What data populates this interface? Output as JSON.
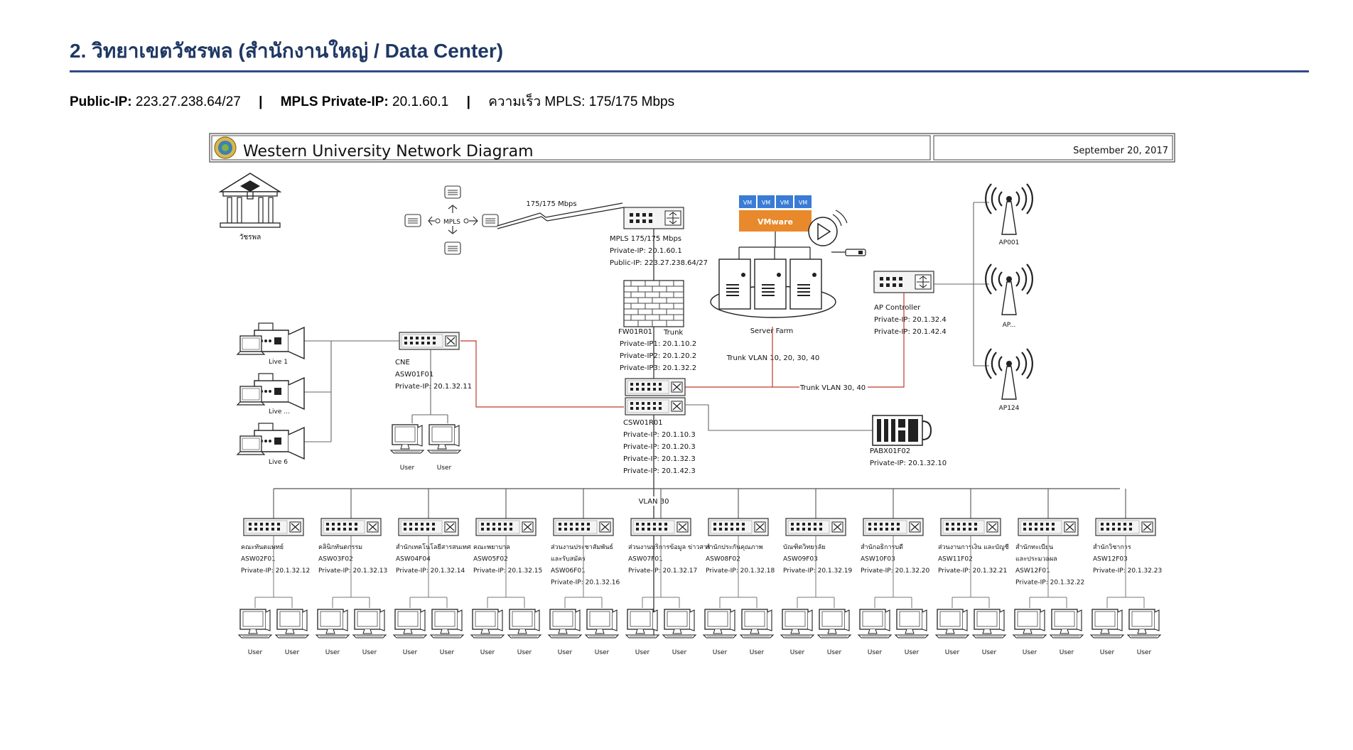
{
  "page": {
    "title": "2. วิทยาเขตวัชรพล (สำนักงานใหญ่ / Data Center)",
    "info": [
      {
        "label": "Public-IP:",
        "value": "223.27.238.64/27"
      },
      {
        "label": "MPLS Private-IP:",
        "value": "20.1.60.1"
      },
      {
        "label": "",
        "value": "ความเร็ว MPLS: 175/175 Mbps"
      }
    ],
    "separator": "|"
  },
  "diagram": {
    "title": "Western University Network Diagram",
    "date": "September 20, 2017",
    "campus_label": "วัชรพล",
    "mpls_cloud_label": "MPLS",
    "link_speed": "175/175 Mbps",
    "router": {
      "lines": [
        "MPLS 175/175 Mbps",
        "Private-IP: 20.1.60.1",
        "Public-IP: 223.27.238.64/27"
      ]
    },
    "firewall": {
      "lines": [
        "FW01R01",
        "Private-IP1: 20.1.10.2",
        "Private-IP2: 20.1.20.2",
        "Private-IP3: 20.1.32.2"
      ],
      "trunk_label": "Trunk"
    },
    "vmware": {
      "vm_label": "VM",
      "vm_count": 4,
      "label": "VMware"
    },
    "server_farm_label": "Server Farm",
    "trunk_server": "Trunk VLAN 10, 20, 30, 40",
    "trunk_ap": "Trunk VLAN 30, 40",
    "ap_controller": {
      "lines": [
        "AP Controller",
        "Private-IP: 20.1.32.4",
        "Private-IP: 20.1.42.4"
      ]
    },
    "aps": [
      {
        "label": "AP001"
      },
      {
        "label": "AP..."
      },
      {
        "label": "AP124"
      }
    ],
    "cameras": [
      {
        "label": "Live 1"
      },
      {
        "label": "Live ..."
      },
      {
        "label": "Live 6"
      }
    ],
    "cne": {
      "lines": [
        "CNE",
        "ASW01F01",
        "Private-IP: 20.1.32.11"
      ]
    },
    "core": {
      "lines": [
        "CSW01R01",
        "Private-IP: 20.1.10.3",
        "Private-IP: 20.1.20.3",
        "Private-IP: 20.1.32.3",
        "Private-IP: 20.1.42.3"
      ]
    },
    "pabx": {
      "lines": [
        "PABX01F02",
        "Private-IP: 20.1.32.10"
      ]
    },
    "vlan_label": "VLAN 30",
    "user_label": "User",
    "access_switches": [
      {
        "lines": [
          "คณะทันตแพทย์",
          "ASW02F01",
          "Private-IP: 20.1.32.12"
        ]
      },
      {
        "lines": [
          "คลินิกทันตกรรม",
          "ASW03F02",
          "Private-IP: 20.1.32.13"
        ]
      },
      {
        "lines": [
          "สำนักเทคโนโลยีสารสนเทศ",
          "ASW04F04",
          "Private-IP: 20.1.32.14"
        ]
      },
      {
        "lines": [
          "คณะพยาบาล",
          "ASW05F02",
          "Private-IP: 20.1.32.15"
        ]
      },
      {
        "lines": [
          "ส่วนงานประชาสัมพันธ์",
          "และรับสมัคร",
          "ASW06F01",
          "Private-IP: 20.1.32.16"
        ]
      },
      {
        "lines": [
          "ส่วนงานบริการข้อมูล ข่าวสาร",
          "ASW07F01",
          "Private-IP: 20.1.32.17"
        ]
      },
      {
        "lines": [
          "สำนักประกันคุณภาพ",
          "ASW08F02",
          "Private-IP: 20.1.32.18"
        ]
      },
      {
        "lines": [
          "บัณฑิตวิทยาลัย",
          "ASW09F03",
          "Private-IP: 20.1.32.19"
        ]
      },
      {
        "lines": [
          "สำนักอธิการบดี",
          "ASW10F03",
          "Private-IP: 20.1.32.20"
        ]
      },
      {
        "lines": [
          "ส่วนงานการเงิน และบัญชี",
          "ASW11F02",
          "Private-IP: 20.1.32.21"
        ]
      },
      {
        "lines": [
          "สำนักทะเบียน",
          "และประมวลผล",
          "ASW12F01",
          "Private-IP: 20.1.32.22"
        ]
      },
      {
        "lines": [
          "สำนักวิชาการ",
          "ASW12F03",
          "Private-IP: 20.1.32.23"
        ]
      }
    ]
  }
}
